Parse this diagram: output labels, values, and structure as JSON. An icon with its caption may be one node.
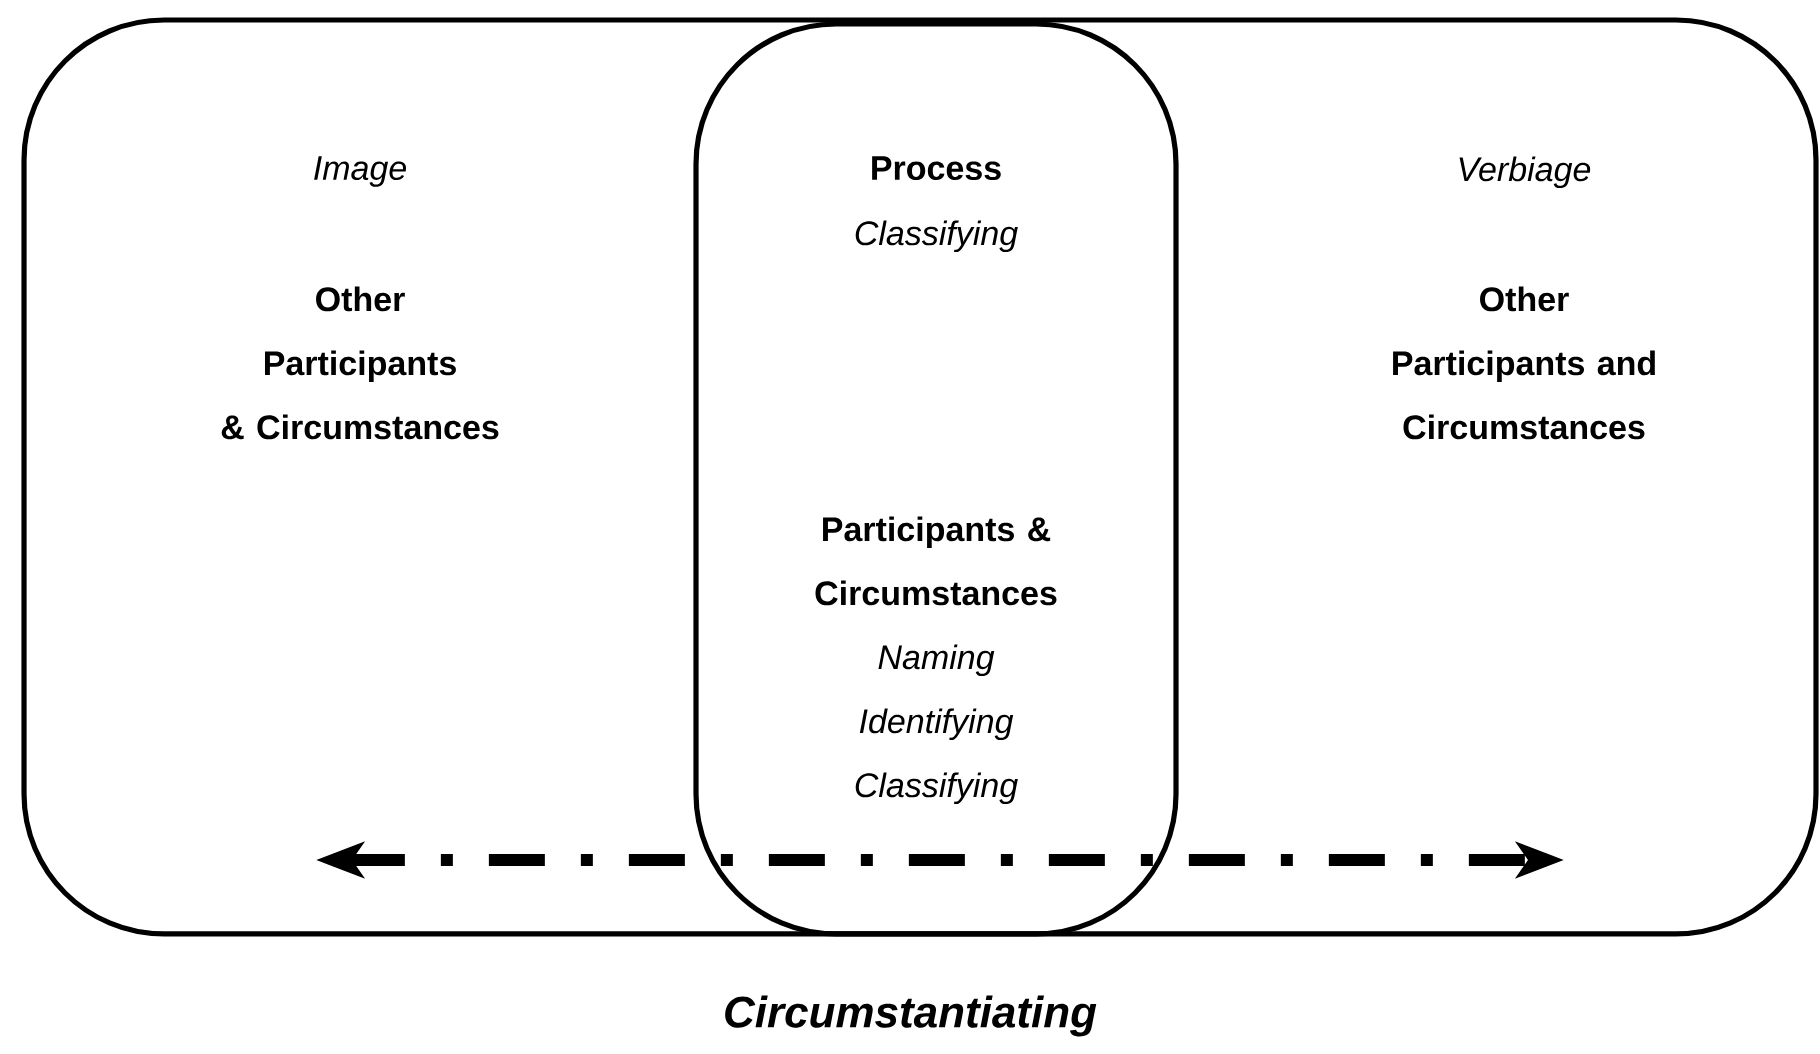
{
  "diagram": {
    "caption": "Circumstantiating",
    "nodes": [
      {
        "text": [
          "Image",
          "Other Participants & Circumstances",
          "Verbiage",
          "Other Participants and Circumstances"
        ]
      },
      {
        "text": [
          "Process",
          "Classifying",
          "Participants & Circumstances",
          "Naming Identifying Classifying"
        ],
        "in": 0
      }
    ]
  }
}
